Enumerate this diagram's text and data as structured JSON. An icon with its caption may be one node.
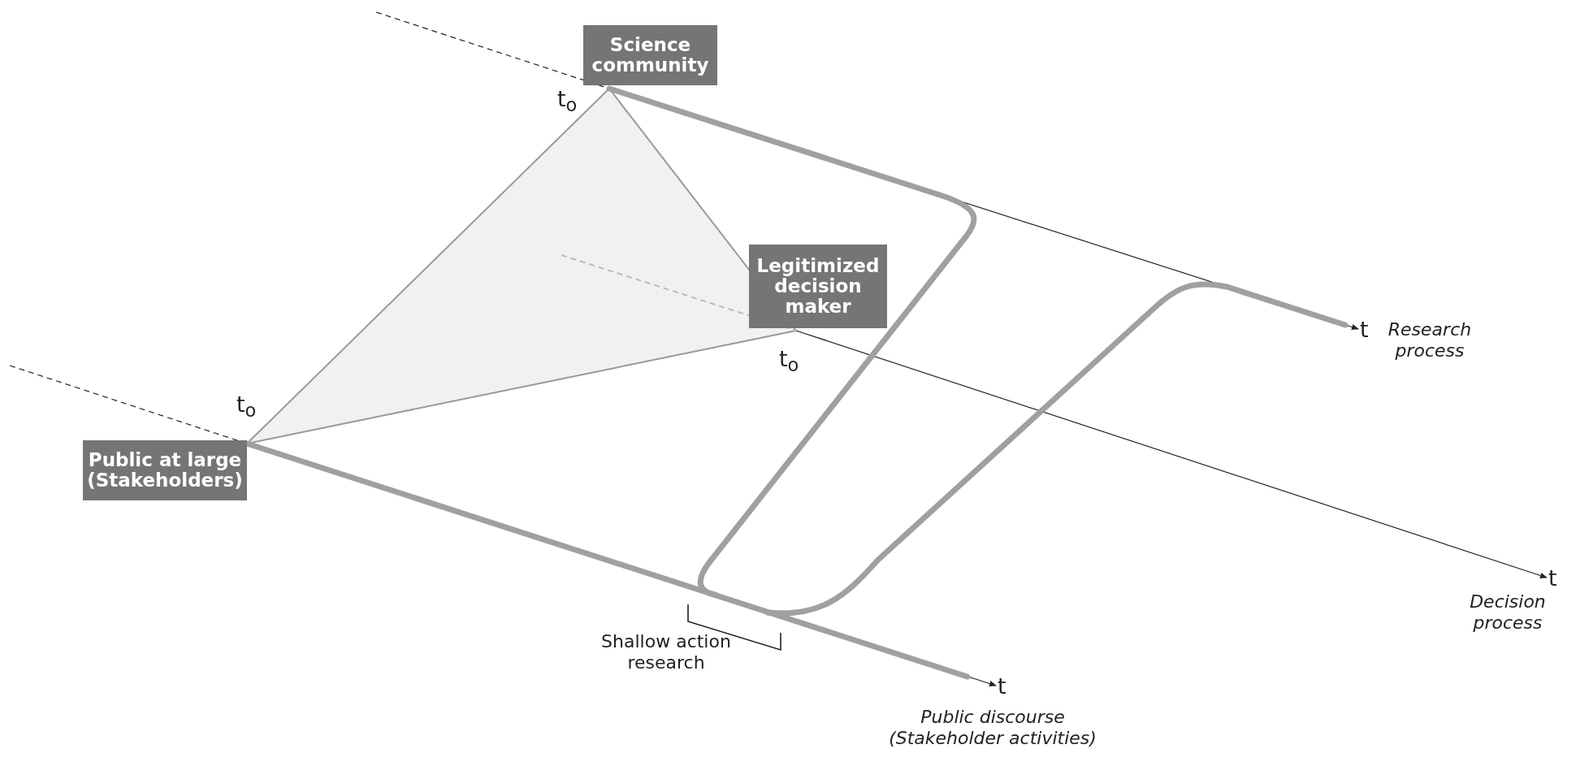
{
  "diagram": {
    "nodes": [
      {
        "text": [
          "Science community"
        ]
      },
      {
        "text": [
          "Legitimized decision maker"
        ]
      },
      {
        "text": [
          "Public at large (Stakeholders)"
        ]
      },
      {
        "text": [
          "t"
        ]
      },
      {
        "text": [
          "t"
        ]
      },
      {
        "text": [
          "t"
        ]
      }
    ],
    "edges": [
      {
        "from": 0,
        "to": 3,
        "arrow": "to"
      },
      {
        "from": 1,
        "to": 4,
        "arrow": "to"
      },
      {
        "from": 2,
        "to": 5,
        "arrow": "to"
      },
      {
        "from": 0,
        "to": 1,
        "arrow": "none",
        "color": "#999999"
      },
      {
        "from": 1,
        "to": 2,
        "arrow": "none",
        "color": "#999999"
      },
      {
        "from": 2,
        "to": 0,
        "arrow": "none",
        "color": "#999999"
      },
      {
        "from": null,
        "to": 0,
        "arrow": "none",
        "style": "dashed"
      },
      {
        "from": null,
        "to": 2,
        "arrow": "none",
        "style": "dashed"
      },
      {
        "from": null,
        "to": 1,
        "arrow": "none",
        "style": "dashed",
        "color": "#bbbbbb"
      }
    ],
    "labels": [
      "t$_{o}$",
      "Research process",
      "t$_{o}$",
      "t$_{o}$",
      "Decision process",
      "Shallow action research",
      "Public discourse (Stakeholder activities)"
    ]
  }
}
